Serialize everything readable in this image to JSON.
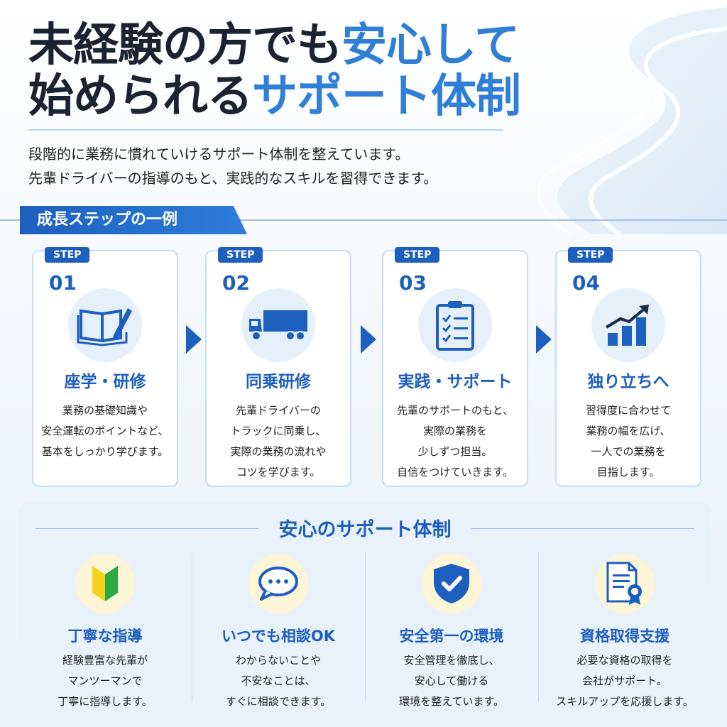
{
  "headline": {
    "line1_dark": "未経験の方でも",
    "line1_blue": "安心して",
    "line2_dark": "始められる",
    "line2_blue": "サポート体制"
  },
  "intro": {
    "line1": "段階的に業務に慣れていけるサポート体制を整えています。",
    "line2": "先輩ドライバーの指導のもと、実践的なスキルを習得できます。"
  },
  "section_label": "成長ステップの一例",
  "steps": [
    {
      "tag": "STEP",
      "num": "01",
      "icon": "book-pencil-icon",
      "title": "座学・研修",
      "desc": "業務の基礎知識や\n安全運転のポイントなど、\n基本をしっかり学びます。"
    },
    {
      "tag": "STEP",
      "num": "02",
      "icon": "truck-icon",
      "title": "同乗研修",
      "desc": "先輩ドライバーの\nトラックに同乗し、\n実際の業務の流れや\nコツを学びます。"
    },
    {
      "tag": "STEP",
      "num": "03",
      "icon": "checklist-icon",
      "title": "実践・サポート",
      "desc": "先輩のサポートのもと、\n実際の業務を\n少しずつ担当。\n自信をつけていきます。"
    },
    {
      "tag": "STEP",
      "num": "04",
      "icon": "growth-chart-icon",
      "title": "独り立ちへ",
      "desc": "習得度に合わせて\n業務の幅を広げ、\n一人での業務を\n目指します。"
    }
  ],
  "support": {
    "title": "安心のサポート体制",
    "items": [
      {
        "icon": "beginner-mark-icon",
        "title": "丁寧な指導",
        "desc": "経験豊富な先輩が\nマンツーマンで\n丁寧に指導します。"
      },
      {
        "icon": "chat-bubble-icon",
        "title": "いつでも相談OK",
        "desc": "わからないことや\n不安なことは、\nすぐに相談できます。"
      },
      {
        "icon": "shield-check-icon",
        "title": "安全第一の環境",
        "desc": "安全管理を徹底し、\n安心して働ける\n環境を整えています。"
      },
      {
        "icon": "certificate-icon",
        "title": "資格取得支援",
        "desc": "必要な資格の取得を\n会社がサポート。\nスキルアップを応援します。"
      }
    ]
  },
  "colors": {
    "accent": "#1d5fbf",
    "headline_blue": "#2f7fd6",
    "icon_circle": "#e6f0fb",
    "support_icon_circle": "#fdf6d6"
  }
}
